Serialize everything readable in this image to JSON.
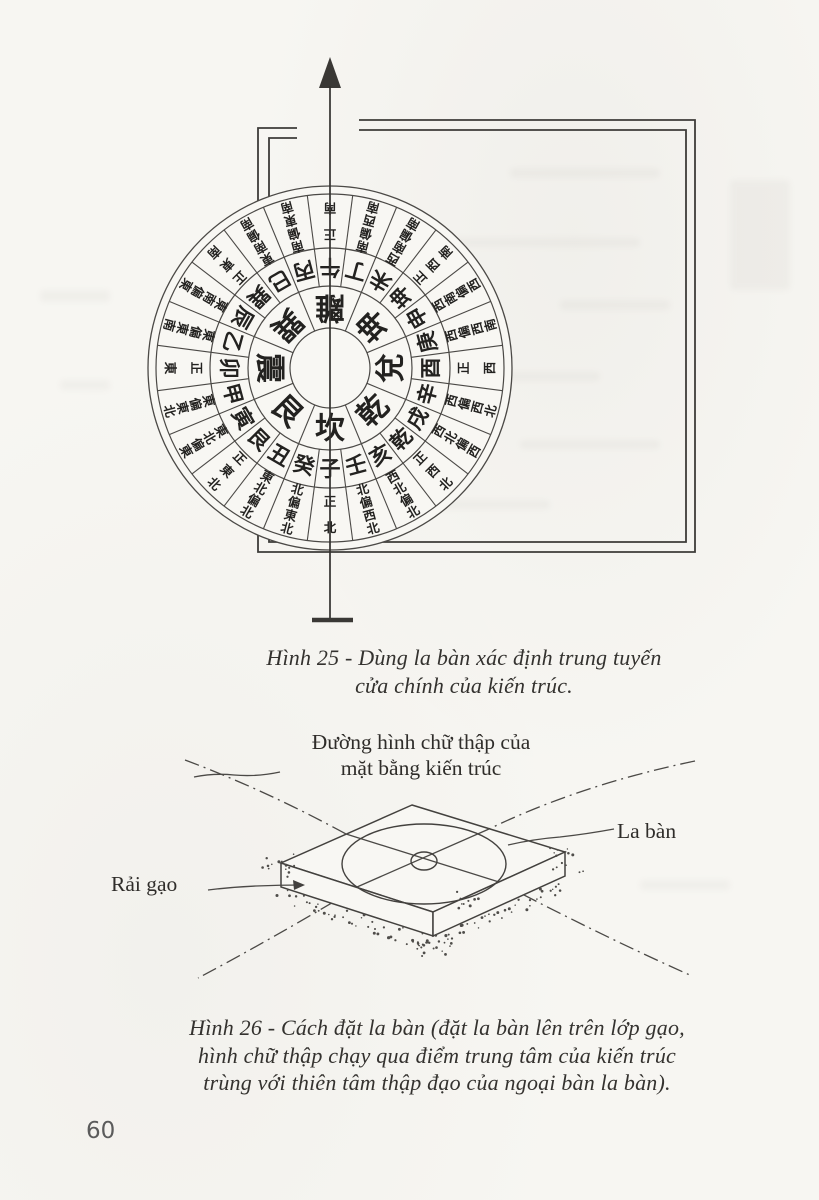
{
  "page": {
    "number": "60"
  },
  "figure25": {
    "caption": [
      "Hình 25 - Dùng la bàn xác định trung tuyến",
      "cửa chính của kiến trúc."
    ],
    "compass": {
      "trigrams": [
        "離",
        "坤",
        "兌",
        "乾",
        "坎",
        "艮",
        "震",
        "巽"
      ],
      "mountains": [
        "午",
        "丁",
        "未",
        "坤",
        "申",
        "庚",
        "酉",
        "辛",
        "戌",
        "乾",
        "亥",
        "壬",
        "子",
        "癸",
        "丑",
        "艮",
        "寅",
        "甲",
        "卯",
        "乙",
        "辰",
        "巽",
        "巳",
        "丙"
      ],
      "directions": [
        "正南",
        "南偏西南",
        "西南偏南",
        "正西南",
        "西南偏西",
        "西偏西南",
        "正西",
        "西偏西北",
        "西北偏西",
        "正西北",
        "西北偏北",
        "北偏西北",
        "正北",
        "北偏東北",
        "東北偏北",
        "正東北",
        "東北偏東",
        "東偏東北",
        "正東",
        "東偏東南",
        "東南偏東",
        "正東南",
        "東南偏南",
        "南偏東南"
      ]
    }
  },
  "figure26": {
    "cross_label": [
      "Đường hình chữ thập của",
      "mặt bằng kiến trúc"
    ],
    "compass_label": "La bàn",
    "rice_label": "Rải gạo",
    "caption": [
      "Hình 26 - Cách đặt la bàn (đặt la bàn lên trên lớp gạo,",
      "hình chữ thập chạy qua điểm trung tâm của kiến trúc",
      "trùng với thiên tâm thập đạo của ngoại bàn la bàn)."
    ]
  }
}
